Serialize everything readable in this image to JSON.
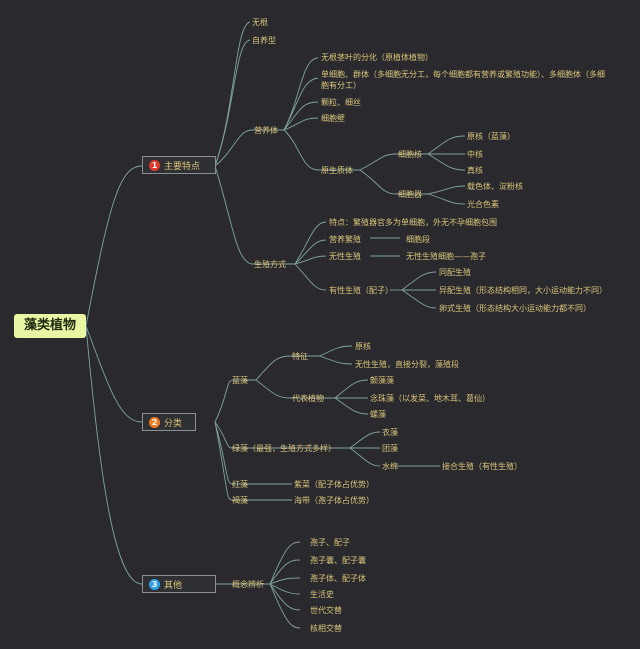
{
  "colors": {
    "background": "#2a2a2e",
    "line": "#8fb7b5",
    "text": "#d9c47a",
    "root_bg": "#e9f7a4",
    "badge1": "#e0382b",
    "badge2": "#f07b22",
    "badge3": "#2f9fe8"
  },
  "root": "藻类植物",
  "b1": {
    "num": "1",
    "label": "主要特点",
    "a": "无根",
    "b": "自养型",
    "c": "营养体",
    "c1": "无根茎叶的分化（原植体植物）",
    "c2": "单细胞、群体（多细胞无分工，每个细胞都有营养或繁殖功能）、多细胞体（多细胞有分工）",
    "c3": "颗粒、细丝",
    "c4": "细胞壁",
    "c5": "原生质体",
    "c5a": "细胞核",
    "c5a1": "原核（蓝藻）",
    "c5a2": "中核",
    "c5a3": "真核",
    "c5b": "细胞器",
    "c5b1": "载色体、淀粉核",
    "c5b2": "光合色素",
    "d": "生殖方式",
    "d1": "特点：繁殖器官多为单细胞，外无不孕细胞包围",
    "d2": "营养繁殖",
    "d2a": "细胞段",
    "d3": "无性生殖",
    "d3a": "无性生殖细胞——孢子",
    "d4": "有性生殖（配子）",
    "d4a": "同配生殖",
    "d4b": "异配生殖（形态结构相同，大小运动能力不同）",
    "d4c": "卵式生殖（形态结构大小运动能力都不同）"
  },
  "b2": {
    "num": "2",
    "label": "分类",
    "a": "蓝藻",
    "a1": "特征",
    "a1a": "原核",
    "a1b": "无性生殖，直接分裂，藻殖段",
    "a2": "代表植物",
    "a2a": "颤藻藻",
    "a2b": "念珠藻（以发菜、地木耳、葛仙）",
    "a2c": "螺藻",
    "b": "绿藻（最强，生殖方式多样）",
    "b1": "衣藻",
    "b2": "团藻",
    "b3": "水绵",
    "b3a": "接合生殖（有性生殖）",
    "c": "红藻",
    "c1": "紫菜（配子体占优势）",
    "d": "褐藻",
    "d1": "海带（孢子体占优势）"
  },
  "b3": {
    "num": "3",
    "label": "其他",
    "a": "概念辨析",
    "a1": "孢子、配子",
    "a2": "孢子囊、配子囊",
    "a3": "孢子体、配子体",
    "a4": "生活史",
    "a5": "世代交替",
    "a6": "核相交替"
  }
}
